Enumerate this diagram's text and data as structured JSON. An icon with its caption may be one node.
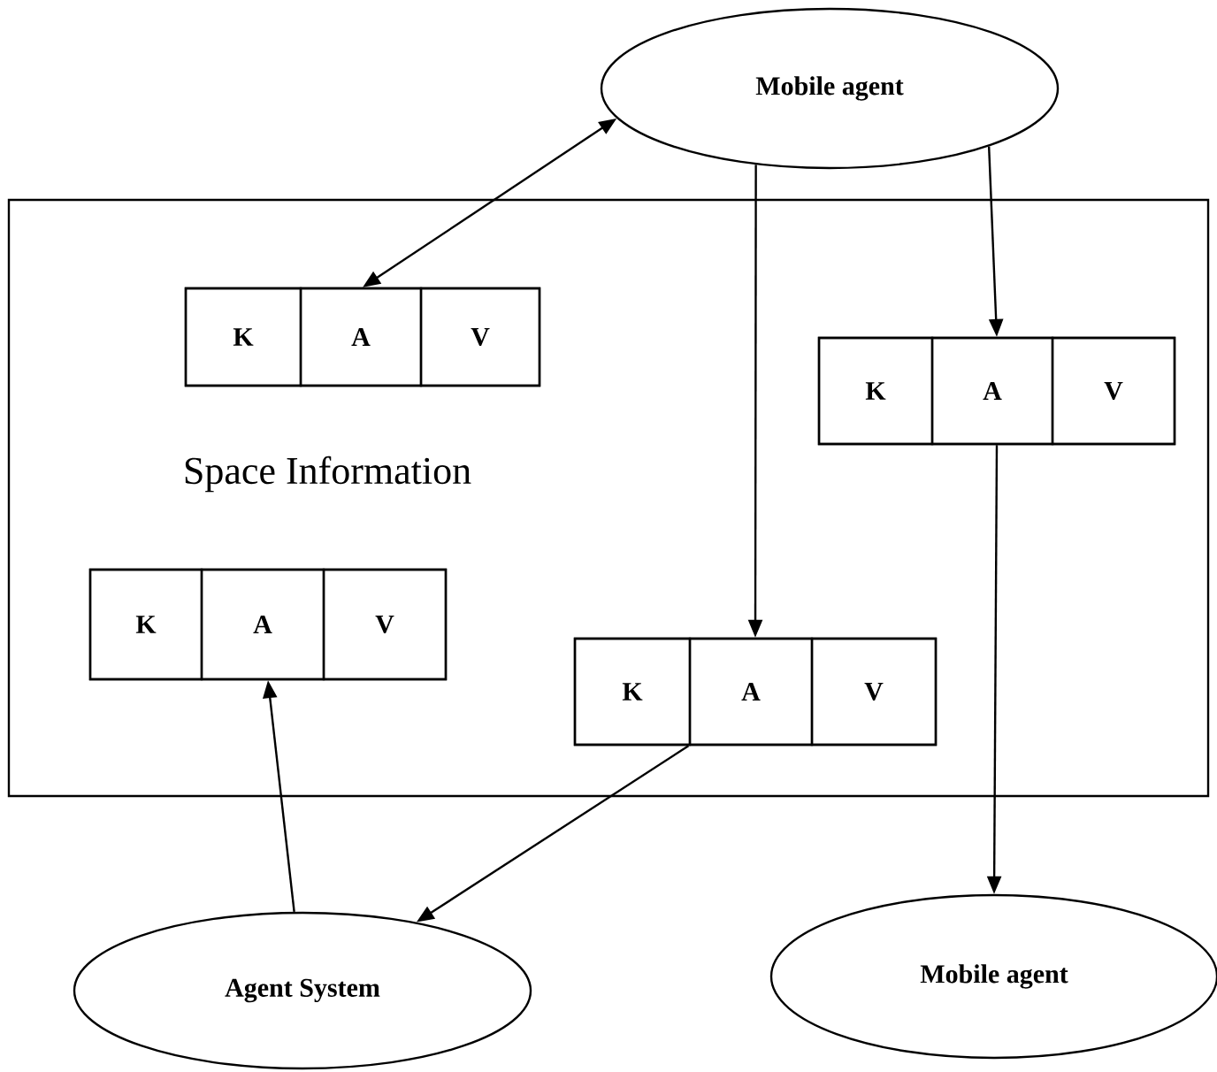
{
  "diagram": {
    "nodes": [
      {
        "text": [
          "Mobile agent"
        ]
      },
      {
        "text": [
          "Space Information"
        ]
      },
      {
        "text": [
          "K",
          "A",
          "V"
        ],
        "in": 1
      },
      {
        "text": [
          "K",
          "A",
          "V"
        ],
        "in": 1
      },
      {
        "text": [
          "K",
          "A",
          "V"
        ],
        "in": 1
      },
      {
        "text": [
          "K",
          "A",
          "V"
        ],
        "in": 1
      },
      {
        "text": [
          "Agent System"
        ]
      },
      {
        "text": [
          "Mobile agent"
        ]
      }
    ],
    "edges": [
      {
        "from": 2,
        "to": 0,
        "arrow": "both"
      },
      {
        "from": 0,
        "to": 5,
        "arrow": "to"
      },
      {
        "from": 0,
        "to": 3,
        "arrow": "to"
      },
      {
        "from": 3,
        "to": 7,
        "arrow": "to"
      },
      {
        "from": 5,
        "to": 6,
        "arrow": "to"
      },
      {
        "from": 6,
        "to": 4,
        "arrow": "to"
      }
    ]
  }
}
